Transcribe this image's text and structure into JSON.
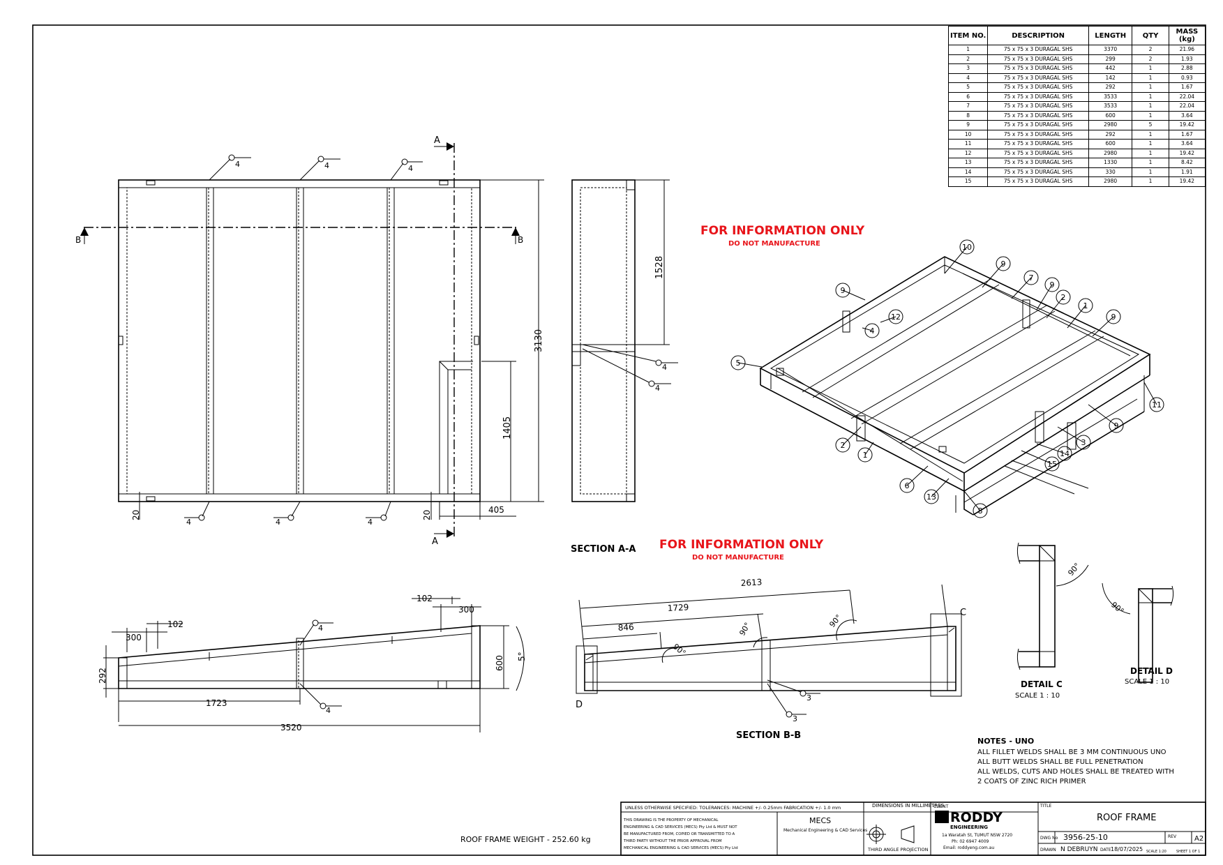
{
  "bom": {
    "headers": [
      "ITEM NO.",
      "DESCRIPTION",
      "LENGTH",
      "QTY",
      "MASS (kg)"
    ],
    "rows": [
      [
        "1",
        "75 x 75 x 3 DURAGAL SHS",
        "3370",
        "2",
        "21.96"
      ],
      [
        "2",
        "75 x 75 x 3 DURAGAL SHS",
        "299",
        "2",
        "1.93"
      ],
      [
        "3",
        "75 x 75 x 3 DURAGAL SHS",
        "442",
        "1",
        "2.88"
      ],
      [
        "4",
        "75 x 75 x 3 DURAGAL SHS",
        "142",
        "1",
        "0.93"
      ],
      [
        "5",
        "75 x 75 x 3 DURAGAL SHS",
        "292",
        "1",
        "1.67"
      ],
      [
        "6",
        "75 x 75 x 3 DURAGAL SHS",
        "3533",
        "1",
        "22.04"
      ],
      [
        "7",
        "75 x 75 x 3 DURAGAL SHS",
        "3533",
        "1",
        "22.04"
      ],
      [
        "8",
        "75 x 75 x 3 DURAGAL SHS",
        "600",
        "1",
        "3.64"
      ],
      [
        "9",
        "75 x 75 x 3 DURAGAL SHS",
        "2980",
        "5",
        "19.42"
      ],
      [
        "10",
        "75 x 75 x 3 DURAGAL SHS",
        "292",
        "1",
        "1.67"
      ],
      [
        "11",
        "75 x 75 x 3 DURAGAL SHS",
        "600",
        "1",
        "3.64"
      ],
      [
        "12",
        "75 x 75 x 3 DURAGAL SHS",
        "2980",
        "1",
        "19.42"
      ],
      [
        "13",
        "75 x 75 x 3 DURAGAL SHS",
        "1330",
        "1",
        "8.42"
      ],
      [
        "14",
        "75 x 75 x 3 DURAGAL SHS",
        "330",
        "1",
        "1.91"
      ],
      [
        "15",
        "75 x 75 x 3 DURAGAL SHS",
        "2980",
        "1",
        "19.42"
      ]
    ]
  },
  "labels": {
    "for_info": "FOR INFORMATION ONLY",
    "do_not": "DO NOT MANUFACTURE",
    "section_aa": "SECTION A-A",
    "section_bb": "SECTION B-B",
    "detail_c": "DETAIL C",
    "detail_d": "DETAIL D",
    "scale": "SCALE 1 : 10",
    "weight": "ROOF FRAME WEIGHT - 252.60 kg",
    "sec_a": "A",
    "sec_b": "B",
    "det_c": "C",
    "det_d": "D"
  },
  "dims": {
    "d3130": "3130",
    "d1528": "1528",
    "d1405": "1405",
    "d405": "405",
    "d20": "20",
    "d102": "102",
    "d300": "300",
    "d292": "292",
    "d600": "600",
    "d5deg": "5°",
    "d1723": "1723",
    "d3520": "3520",
    "d2613": "2613",
    "d1729": "1729",
    "d846": "846",
    "d90deg": "90°",
    "weld4": "4",
    "weld3": "3"
  },
  "balloons": [
    "10",
    "9",
    "7",
    "9",
    "2",
    "1",
    "9",
    "9",
    "12",
    "4",
    "5",
    "11",
    "9",
    "3",
    "14",
    "15",
    "2",
    "1",
    "6",
    "13",
    "8"
  ],
  "notes": {
    "title": "NOTES - UNO",
    "lines": [
      "ALL FILLET WELDS SHALL BE 3 MM CONTINUOUS UNO",
      "ALL BUTT WELDS SHALL BE FULL PENETRATION",
      "ALL WELDS, CUTS AND HOLES SHALL BE TREATED WITH",
      "2 COATS OF ZINC RICH PRIMER"
    ]
  },
  "title_block": {
    "tolerances": "UNLESS OTHERWISE SPECIFIED: TOLERANCES: MACHINE +/- 0.25mm FABRICATION +/- 1.0 mm",
    "dims_in": "DIMENSIONS IN MILLIMETRES",
    "copyright": [
      "THIS DRAWING IS THE PROPERTY OF MECHANICAL",
      "ENGINEERING & CAD SERVICES (MECS) Pty Ltd & MUST NOT",
      "BE MANUFACTURED FROM, COPIED OR TRANSMITTED TO A",
      "THIRD PARTY WITHOUT THE PRIOR APPROVAL FROM",
      "MECHANICAL ENGINEERING & CAD SERVICES (MECS) Pty Ltd"
    ],
    "mecs": "MECS",
    "mecs_sub": "Mechanical Engineering & CAD Services",
    "projection": "THIRD ANGLE PROJECTION",
    "client_label": "CLIENT",
    "client_name": "RODDY",
    "client_sub": "ENGINEERING",
    "client_addr": "1a Waratah St, TUMUT NSW 2720",
    "client_ph": "Ph: 02 6947 4009",
    "client_email": "Email: roddyeng.com.au",
    "title_label": "TITLE",
    "title": "ROOF FRAME",
    "dwg_label": "DWG No",
    "dwg_no": "3956-25-10",
    "rev_label": "REV",
    "size": "A2",
    "drawn_label": "DRAWN",
    "drawn": "N DEBRUYN",
    "date_label": "DATE",
    "date": "18/07/2025",
    "scale_label": "SCALE 1:20",
    "sheet": "SHEET 1 OF 1"
  }
}
